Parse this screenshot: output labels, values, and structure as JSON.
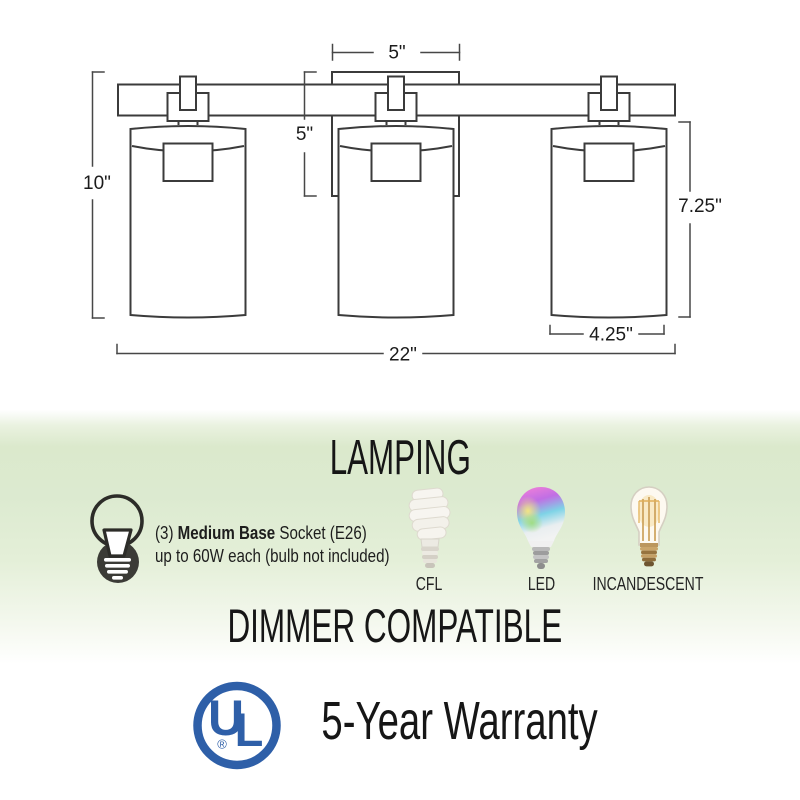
{
  "diagram": {
    "dims": {
      "backplate_width": "5\"",
      "backplate_height": "5\"",
      "fixture_height": "10\"",
      "shade_height": "7.25\"",
      "shade_width": "4.25\"",
      "fixture_width": "22\""
    }
  },
  "lamping": {
    "title": "LAMPING",
    "socket_prefix": "(3) ",
    "socket_bold": "Medium Base",
    "socket_suffix": " Socket (E26)",
    "socket_line2": "up to 60W each (bulb not included)",
    "bulbs": [
      {
        "label": "CFL"
      },
      {
        "label": "LED"
      },
      {
        "label": "INCANDESCENT"
      }
    ]
  },
  "dimmer_title": "DIMMER COMPATIBLE",
  "warranty": {
    "label": "5-Year Warranty",
    "ul_u": "U",
    "ul_l": "L",
    "registered": "®"
  },
  "icons": {
    "bulb_icon": "light-bulb-icon",
    "ul_logo": "ul-certification-logo"
  },
  "colors": {
    "accent_green": "#dcead0",
    "ul_blue": "#2e5fa8",
    "line": "#3b3b3b"
  }
}
